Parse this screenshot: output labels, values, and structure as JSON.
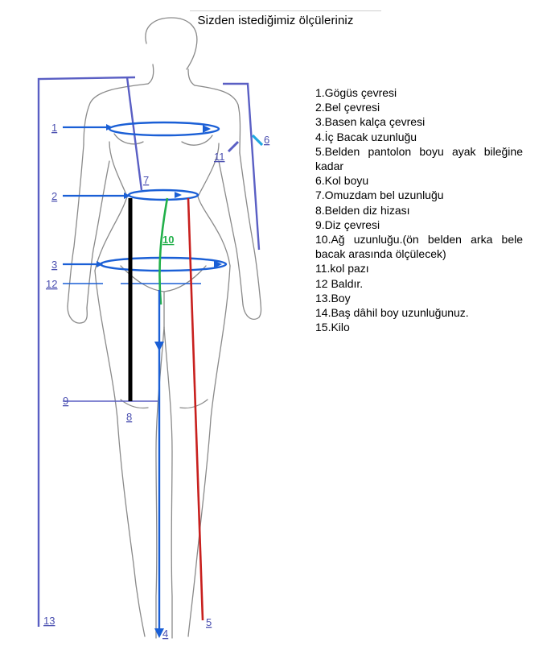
{
  "title": "Sizden istediğimiz ölçüleriniz",
  "legend": [
    "1.Gögüs çevresi",
    "2.Bel çevresi",
    "3.Basen kalça çevresi",
    "4.İç Bacak uzunluğu",
    "5.Belden pantolon boyu ayak bileğine kadar",
    "6.Kol boyu",
    "7.Omuzdam bel uzunluğu",
    "8.Belden diz hizası",
    "9.Diz çevresi",
    "10.Ağ uzunluğu.(ön belden arka bele bacak arasında ölçülecek)",
    "11.kol pazı",
    "12 Baldır.",
    "13.Boy",
    "14.Baş dâhil boy uzunluğunuz.",
    "15.Kilo"
  ],
  "markers": {
    "m1": "1",
    "m2": "2",
    "m3": "3",
    "m4": "4",
    "m5": "5",
    "m6": "6",
    "m7": "7",
    "m8": "8",
    "m9": "9",
    "m10": "10",
    "m11": "11",
    "m12": "12",
    "m13": "13"
  },
  "colors": {
    "frame": "#5a5fc4",
    "measure": "#1a5fd6",
    "green": "#22b04a",
    "red": "#c8201e",
    "black": "#000000",
    "cyan": "#20a8e0",
    "outline": "#8a8a8a"
  }
}
